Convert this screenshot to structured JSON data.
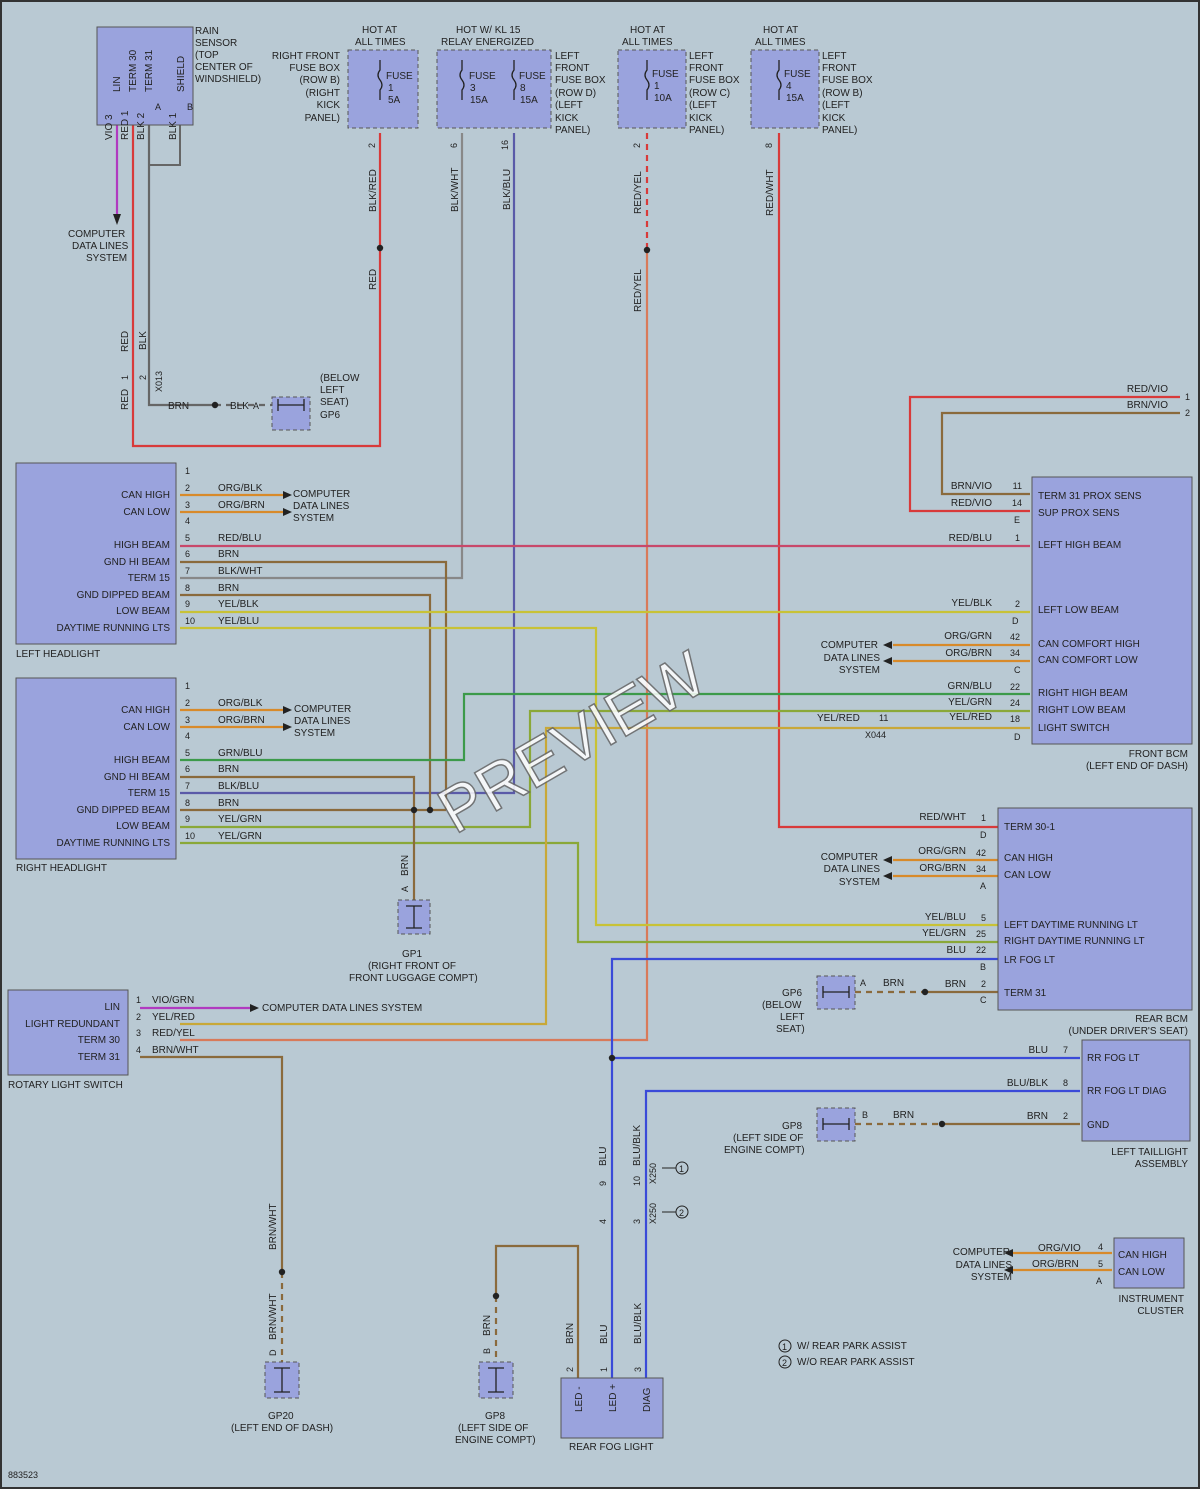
{
  "diagram_id": "883523",
  "watermark": "PREVIEW",
  "rain_sensor": {
    "name_lines": [
      "RAIN",
      "SENSOR",
      "(TOP",
      "CENTER OF",
      "WINDSHIELD)"
    ],
    "pins": [
      "LIN",
      "TERM 30",
      "TERM 31",
      "SHIELD"
    ],
    "wires": [
      "VIO 3",
      "RED 1",
      "BLK 2",
      "BLK 1"
    ],
    "connectors": [
      "A",
      "B"
    ],
    "dest_lines": [
      "COMPUTER",
      "DATA LINES",
      "SYSTEM"
    ],
    "lower_red": "RED",
    "lower_blk": "BLK",
    "red1": "RED",
    "pin1": "1",
    "pin2": "2",
    "x013": "X013",
    "brn": "BRN",
    "blk_a": "BLK",
    "a": "A"
  },
  "gp6_top": {
    "lines": [
      "(BELOW",
      "LEFT",
      "SEAT)",
      "GP6"
    ]
  },
  "fuse_right5": {
    "hot_lines": [
      "HOT AT",
      "ALL TIMES"
    ],
    "desc_lines": [
      "RIGHT FRONT",
      "FUSE BOX",
      "(ROW B)",
      "(RIGHT",
      "KICK",
      "PANEL)"
    ],
    "fuse_lines": [
      "FUSE",
      "1",
      "5A"
    ],
    "pin": "2",
    "wire": "BLK/RED",
    "wire2": "RED"
  },
  "relay_fuses": {
    "hot_lines": [
      "HOT W/ KL 15",
      "RELAY ENERGIZED"
    ],
    "fuse_a": [
      "FUSE",
      "3",
      "15A"
    ],
    "fuse_b": [
      "FUSE",
      "8",
      "15A"
    ],
    "desc_lines": [
      "LEFT",
      "FRONT",
      "FUSE BOX",
      "(ROW D)",
      "(LEFT",
      "KICK",
      "PANEL)"
    ],
    "pin_a": "6",
    "pin_b": "16",
    "wire_a": "BLK/WHT",
    "wire_b": "BLK/BLU"
  },
  "fuse_left10": {
    "hot_lines": [
      "HOT AT",
      "ALL TIMES"
    ],
    "fuse_lines": [
      "FUSE",
      "1",
      "10A"
    ],
    "desc_lines": [
      "LEFT",
      "FRONT",
      "FUSE BOX",
      "(ROW C)",
      "(LEFT",
      "KICK",
      "PANEL)"
    ],
    "pin": "2",
    "wire": "RED/YEL",
    "wire2": "RED/YEL"
  },
  "fuse_left15": {
    "hot_lines": [
      "HOT AT",
      "ALL TIMES"
    ],
    "fuse_lines": [
      "FUSE",
      "4",
      "15A"
    ],
    "desc_lines": [
      "LEFT",
      "FRONT",
      "FUSE BOX",
      "(ROW B)",
      "(LEFT",
      "KICK",
      "PANEL)"
    ],
    "pin": "8",
    "wire": "RED/WHT"
  },
  "left_headlight": {
    "name": "LEFT HEADLIGHT",
    "pins": [
      {
        "num": "1",
        "label": "",
        "wire": ""
      },
      {
        "num": "2",
        "label": "CAN HIGH",
        "wire": "ORG/BLK"
      },
      {
        "num": "3",
        "label": "CAN LOW",
        "wire": "ORG/BRN"
      },
      {
        "num": "4",
        "label": "",
        "wire": ""
      },
      {
        "num": "5",
        "label": "HIGH BEAM",
        "wire": "RED/BLU"
      },
      {
        "num": "6",
        "label": "GND HI BEAM",
        "wire": "BRN"
      },
      {
        "num": "7",
        "label": "TERM 15",
        "wire": "BLK/WHT"
      },
      {
        "num": "8",
        "label": "GND DIPPED BEAM",
        "wire": "BRN"
      },
      {
        "num": "9",
        "label": "LOW BEAM",
        "wire": "YEL/BLK"
      },
      {
        "num": "10",
        "label": "DAYTIME RUNNING LTS",
        "wire": "YEL/BLU"
      }
    ],
    "dest_lines": [
      "COMPUTER",
      "DATA LINES",
      "SYSTEM"
    ]
  },
  "right_headlight": {
    "name": "RIGHT HEADLIGHT",
    "pins": [
      {
        "num": "1",
        "label": "",
        "wire": ""
      },
      {
        "num": "2",
        "label": "CAN HIGH",
        "wire": "ORG/BLK"
      },
      {
        "num": "3",
        "label": "CAN LOW",
        "wire": "ORG/BRN"
      },
      {
        "num": "4",
        "label": "",
        "wire": ""
      },
      {
        "num": "5",
        "label": "HIGH BEAM",
        "wire": "GRN/BLU"
      },
      {
        "num": "6",
        "label": "GND HI BEAM",
        "wire": "BRN"
      },
      {
        "num": "7",
        "label": "TERM 15",
        "wire": "BLK/BLU"
      },
      {
        "num": "8",
        "label": "GND DIPPED BEAM",
        "wire": "BRN"
      },
      {
        "num": "9",
        "label": "LOW BEAM",
        "wire": "YEL/GRN"
      },
      {
        "num": "10",
        "label": "DAYTIME RUNNING LTS",
        "wire": "YEL/GRN"
      }
    ],
    "dest_lines": [
      "COMPUTER",
      "DATA LINES",
      "SYSTEM"
    ]
  },
  "gp1": {
    "wire": "BRN",
    "conn": "A",
    "lines": [
      "GP1",
      "(RIGHT FRONT OF",
      "FRONT LUGGAGE COMPT)"
    ]
  },
  "front_bcm": {
    "name_lines": [
      "FRONT BCM",
      "(LEFT END OF DASH)"
    ],
    "top_wires": [
      {
        "wire": "RED/VIO",
        "pin": "1"
      },
      {
        "wire": "BRN/VIO",
        "pin": "2"
      }
    ],
    "pins": [
      {
        "num": "11",
        "wire": "BRN/VIO",
        "label": "TERM 31 PROX SENS"
      },
      {
        "num": "14",
        "wire": "RED/VIO",
        "label": "SUP PROX SENS"
      },
      {
        "num": "1",
        "wire": "RED/BLU",
        "label": "LEFT HIGH BEAM"
      },
      {
        "num": "2",
        "wire": "YEL/BLK",
        "label": "LEFT LOW BEAM"
      },
      {
        "num": "42",
        "wire": "ORG/GRN",
        "label": "CAN COMFORT HIGH"
      },
      {
        "num": "34",
        "wire": "ORG/BRN",
        "label": "CAN COMFORT LOW"
      },
      {
        "num": "22",
        "wire": "GRN/BLU",
        "label": "RIGHT HIGH BEAM"
      },
      {
        "num": "24",
        "wire": "YEL/GRN",
        "label": "RIGHT LOW BEAM"
      },
      {
        "num": "18",
        "wire": "YEL/RED",
        "label": "LIGHT SWITCH"
      }
    ],
    "conns": [
      "E",
      "D",
      "C",
      "D"
    ],
    "dest_lines": [
      "COMPUTER",
      "DATA LINES",
      "SYSTEM"
    ],
    "x044": "X044",
    "yelred": "YEL/RED",
    "pin11": "11"
  },
  "rear_bcm": {
    "name_lines": [
      "REAR BCM",
      "(UNDER DRIVER'S SEAT)"
    ],
    "pins": [
      {
        "num": "1",
        "wire": "RED/WHT",
        "label": "TERM 30-1"
      },
      {
        "num": "42",
        "wire": "ORG/GRN",
        "label": "CAN HIGH"
      },
      {
        "num": "34",
        "wire": "ORG/BRN",
        "label": "CAN LOW"
      },
      {
        "num": "5",
        "wire": "YEL/BLU",
        "label": "LEFT DAYTIME RUNNING LT"
      },
      {
        "num": "25",
        "wire": "YEL/GRN",
        "label": "RIGHT DAYTIME RUNNING LT"
      },
      {
        "num": "22",
        "wire": "BLU",
        "label": "LR FOG LT"
      },
      {
        "num": "2",
        "wire": "BRN",
        "label": "TERM 31"
      }
    ],
    "conns": [
      "D",
      "A",
      "B",
      "C"
    ],
    "dest_lines": [
      "COMPUTER",
      "DATA LINES",
      "SYSTEM"
    ]
  },
  "gp6_rear": {
    "lines": [
      "GP6",
      "(BELOW",
      "LEFT",
      "SEAT)"
    ],
    "conn": "A",
    "wire": "BRN"
  },
  "rotary_switch": {
    "name": "ROTARY LIGHT SWITCH",
    "pins": [
      {
        "num": "1",
        "label": "LIN",
        "wire": "VIO/GRN"
      },
      {
        "num": "2",
        "label": "LIGHT REDUNDANT",
        "wire": "YEL/RED"
      },
      {
        "num": "3",
        "label": "TERM 30",
        "wire": "RED/YEL"
      },
      {
        "num": "4",
        "label": "TERM 31",
        "wire": "BRN/WHT"
      }
    ],
    "dest": "COMPUTER DATA LINES SYSTEM"
  },
  "left_taillight": {
    "name_lines": [
      "LEFT TAILLIGHT",
      "ASSEMBLY"
    ],
    "pins": [
      {
        "num": "7",
        "wire": "BLU",
        "label": "RR FOG LT"
      },
      {
        "num": "8",
        "wire": "BLU/BLK",
        "label": "RR FOG LT DIAG"
      },
      {
        "num": "2",
        "wire": "BRN",
        "label": "GND"
      }
    ]
  },
  "gp8_right": {
    "lines": [
      "GP8",
      "(LEFT SIDE OF",
      "ENGINE COMPT)"
    ],
    "conn": "B",
    "wire": "BRN"
  },
  "instrument_cluster": {
    "name_lines": [
      "INSTRUMENT",
      "CLUSTER"
    ],
    "pins": [
      {
        "num": "4",
        "wire": "ORG/VIO",
        "label": "CAN HIGH"
      },
      {
        "num": "5",
        "wire": "ORG/BRN",
        "label": "CAN LOW"
      }
    ],
    "conn": "A",
    "dest_lines": [
      "COMPUTER",
      "DATA LINES",
      "SYSTEM"
    ]
  },
  "rear_fog": {
    "name": "REAR FOG LIGHT",
    "pins": [
      {
        "num": "2",
        "label": "LED -",
        "wire": "BRN"
      },
      {
        "num": "1",
        "label": "LED +",
        "wire": "BLU"
      },
      {
        "num": "3",
        "label": "DIAG",
        "wire": "BLU/BLK"
      }
    ],
    "upper": [
      {
        "wire": "BLU",
        "num": "9"
      },
      {
        "wire": "BLU/BLK",
        "num": "10"
      }
    ],
    "mid": [
      {
        "num": "4"
      },
      {
        "num": "3"
      }
    ],
    "x250": "X250",
    "c1": "1",
    "c2": "2"
  },
  "gp20": {
    "wire": "BRN/WHT",
    "wire2": "BRN/WHT",
    "conn": "D",
    "lines": [
      "GP20",
      "(LEFT END OF DASH)"
    ]
  },
  "gp8_bottom": {
    "wire": "BRN",
    "conn": "B",
    "lines": [
      "GP8",
      "(LEFT SIDE OF",
      "ENGINE COMPT)"
    ]
  },
  "legend": [
    {
      "num": "1",
      "text": "W/ REAR PARK ASSIST"
    },
    {
      "num": "2",
      "text": "W/O REAR PARK ASSIST"
    }
  ],
  "colors": {
    "red": "#d83a3a",
    "brn": "#8a6a3c",
    "yel": "#c8c236",
    "grn": "#3c9a4a",
    "blu": "#3a4ad8",
    "vio": "#b03ac0",
    "org": "#d88a2a",
    "blk": "#555555"
  }
}
